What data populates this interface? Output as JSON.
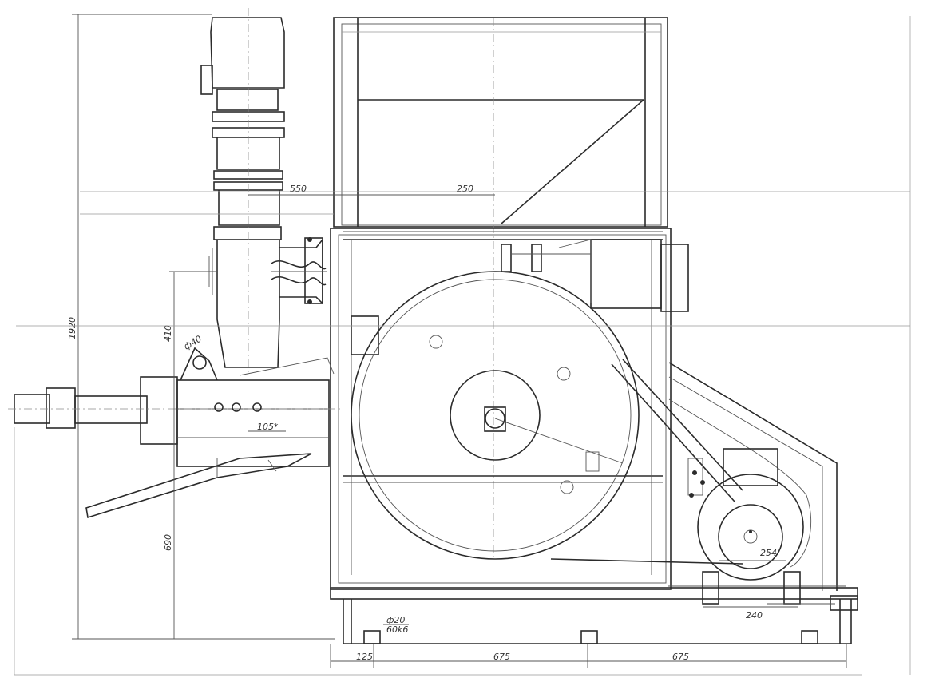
{
  "dimensions": {
    "overall_height": "1920",
    "hopper_width_left": "550",
    "hopper_width_right": "250",
    "screw_height": "410",
    "shaft_diameter": "ф40",
    "outlet_length": "105*",
    "outlet_height": "690",
    "pulley_diameter": "254",
    "motor_offset": "240",
    "bolt_spec_top": "ф20",
    "bolt_spec_bottom": "60k6",
    "base_left": "125",
    "base_middle": "675",
    "base_right": "675"
  }
}
